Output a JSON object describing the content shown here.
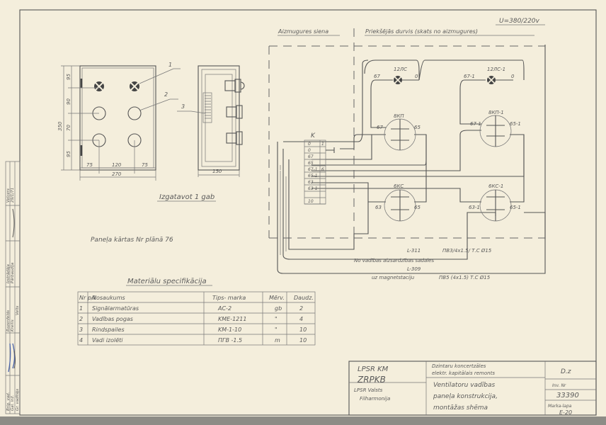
{
  "header": {
    "voltage": "U=380/220v",
    "rear_wall_label": "Aizmugures siena",
    "front_door_label": "Priekšējās durvis (skats no aizmugures)"
  },
  "front_view": {
    "callouts": [
      "1",
      "2",
      "3"
    ],
    "dims_vertical": [
      "350",
      "95",
      "90",
      "70",
      "95"
    ],
    "dims_horizontal": [
      "75",
      "120",
      "75",
      "270"
    ],
    "side_width": "150",
    "quantity_note": "Izgatavot 1 gab"
  },
  "panel_note": "Paneļa kārtas Nr plānā 76",
  "specification": {
    "title": "Materiālu specifikācija",
    "headers": [
      "Nr p/k",
      "Nosaukums",
      "Tips- marka",
      "Mērv.",
      "Daudz."
    ],
    "rows": [
      [
        "1",
        "Signālarmatūras",
        "AC-2",
        "gb",
        "2"
      ],
      [
        "2",
        "Vadības pogas",
        "KME-1211",
        "\"",
        "4"
      ],
      [
        "3",
        "Rindspailes",
        "KM-1-10",
        "\"",
        "10"
      ],
      [
        "4",
        "Vadi izolēti",
        "ПГВ -1.5",
        "m",
        "10"
      ]
    ]
  },
  "schematic": {
    "terminal_label": "K",
    "terminals": [
      "0",
      "0",
      "67",
      "65",
      "67-1",
      "65-1",
      "63",
      "63-1",
      "",
      "10"
    ],
    "terminal_side": [
      "1",
      "",
      "",
      "",
      "6"
    ],
    "lamps": [
      {
        "name": "12ЛС",
        "left": "67",
        "right": "0"
      },
      {
        "name": "12ЛС-1",
        "left": "67-1",
        "right": "0"
      }
    ],
    "buttons": [
      {
        "name": "8КП",
        "left": "67",
        "right": "65"
      },
      {
        "name": "8КП-1",
        "left": "67-1",
        "right": "65-1"
      },
      {
        "name": "6КС",
        "left": "63",
        "right": "65"
      },
      {
        "name": "6КС-1",
        "left": "63-1",
        "right": "65-1"
      }
    ],
    "cable1_id": "L-311",
    "cable1_type": "ПВ3/4x1.5/ Т.С Ø15",
    "cable1_desc": "No vadības aizsardzības sadales",
    "cable2_id": "L-309",
    "cable2_type": "ПВ5 (4x1.5) Т.С Ø15",
    "cable2_desc": "uz magnetstaciju"
  },
  "title_block": {
    "org1": "LPSR KM",
    "org2": "ZRPKB",
    "client1": "LPSR Valsts",
    "client2": "Filharmonija",
    "project1": "Dzintaru koncertzāles",
    "project2": "elektr. kapitālais remonts",
    "drawing1": "Ventilatoru vadības",
    "drawing2": "paneļa konstrukcija,",
    "drawing3": "montāžas shēma",
    "stage": "D.z",
    "inv_label": "Inv. Nr",
    "inv_no": "33390",
    "sheet_label": "Marka-lapa",
    "sheet_no": "E-20"
  },
  "stamp": {
    "roles": [
      "Brig. vad.",
      "Gal. inž.",
      "Gr. vadītājs",
      "Projektētājs",
      "Izstrādāja",
      "Pārbaudīja"
    ],
    "names": [
      "Rozenfelds",
      "Kreilis",
      "Velts",
      "Velcers"
    ],
    "date": "29/1/71"
  }
}
